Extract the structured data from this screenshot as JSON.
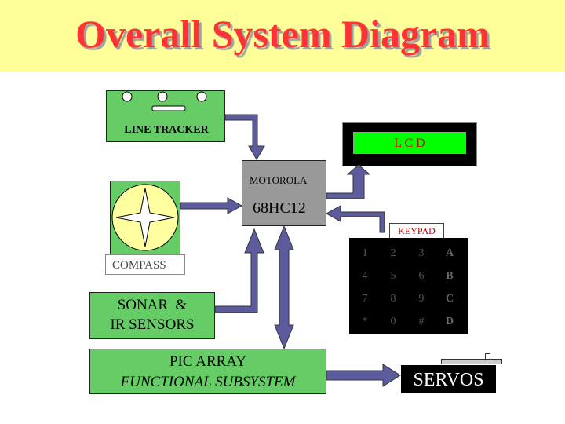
{
  "title": "Overall System Diagram",
  "line_tracker": {
    "label": "LINE TRACKER"
  },
  "lcd": {
    "label": "L C D"
  },
  "microcontroller": {
    "name": "MOTOROLA",
    "model": "68HC12"
  },
  "compass": {
    "label": "COMPASS"
  },
  "sensors": {
    "line1": "SONAR  &",
    "line2": "IR SENSORS"
  },
  "pic_array": {
    "line1": "PIC ARRAY",
    "line2": "FUNCTIONAL SUBSYSTEM"
  },
  "keypad": {
    "label": "KEYPAD",
    "keys": [
      [
        "1",
        "2",
        "3",
        "A"
      ],
      [
        "4",
        "5",
        "6",
        "B"
      ],
      [
        "7",
        "8",
        "9",
        "C"
      ],
      [
        "*",
        "0",
        "#",
        "D"
      ]
    ]
  },
  "servos": {
    "label": "SERVOS"
  },
  "colors": {
    "title": "#ff3333",
    "banner": "#ffff99",
    "box_green": "#66cc66",
    "box_gray": "#999999",
    "arrow_fill": "#5b5b9e",
    "lcd_screen": "#00ff00"
  }
}
